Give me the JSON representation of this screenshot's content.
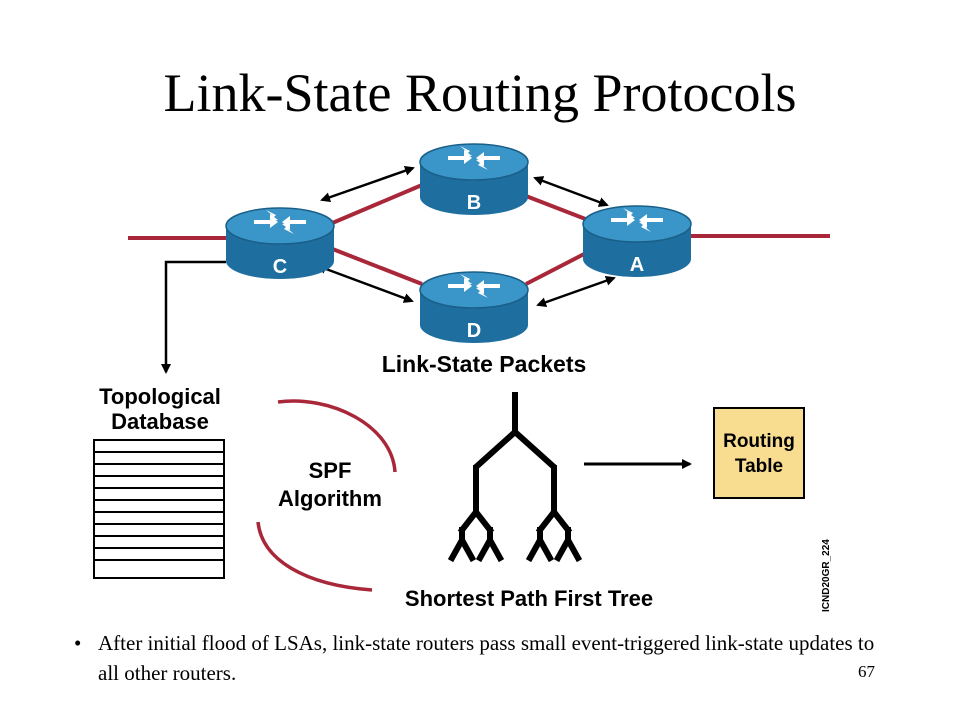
{
  "slide": {
    "title": "Link-State Routing Protocols",
    "page_number": "67"
  },
  "diagram": {
    "routers": [
      {
        "id": "B",
        "label": "B"
      },
      {
        "id": "C",
        "label": "C"
      },
      {
        "id": "A",
        "label": "A"
      },
      {
        "id": "D",
        "label": "D"
      }
    ],
    "link_state_packets_label": "Link-State Packets",
    "topological_database_label": [
      "Topological",
      "Database"
    ],
    "spf_algorithm_label": [
      "SPF",
      "Algorithm"
    ],
    "spf_tree_label": "Shortest Path First Tree",
    "routing_table_label": [
      "Routing",
      "Table"
    ],
    "watermark": "ICND20GR_224",
    "colors": {
      "link": "#a8283a",
      "router_body": "#1e6f9f",
      "router_top": "#3a95c8",
      "routing_table_fill": "#f8dc90",
      "arc": "#a8283a"
    }
  },
  "bullets": [
    "After initial flood of LSAs, link-state routers pass small event-triggered link-state updates to all other routers."
  ]
}
